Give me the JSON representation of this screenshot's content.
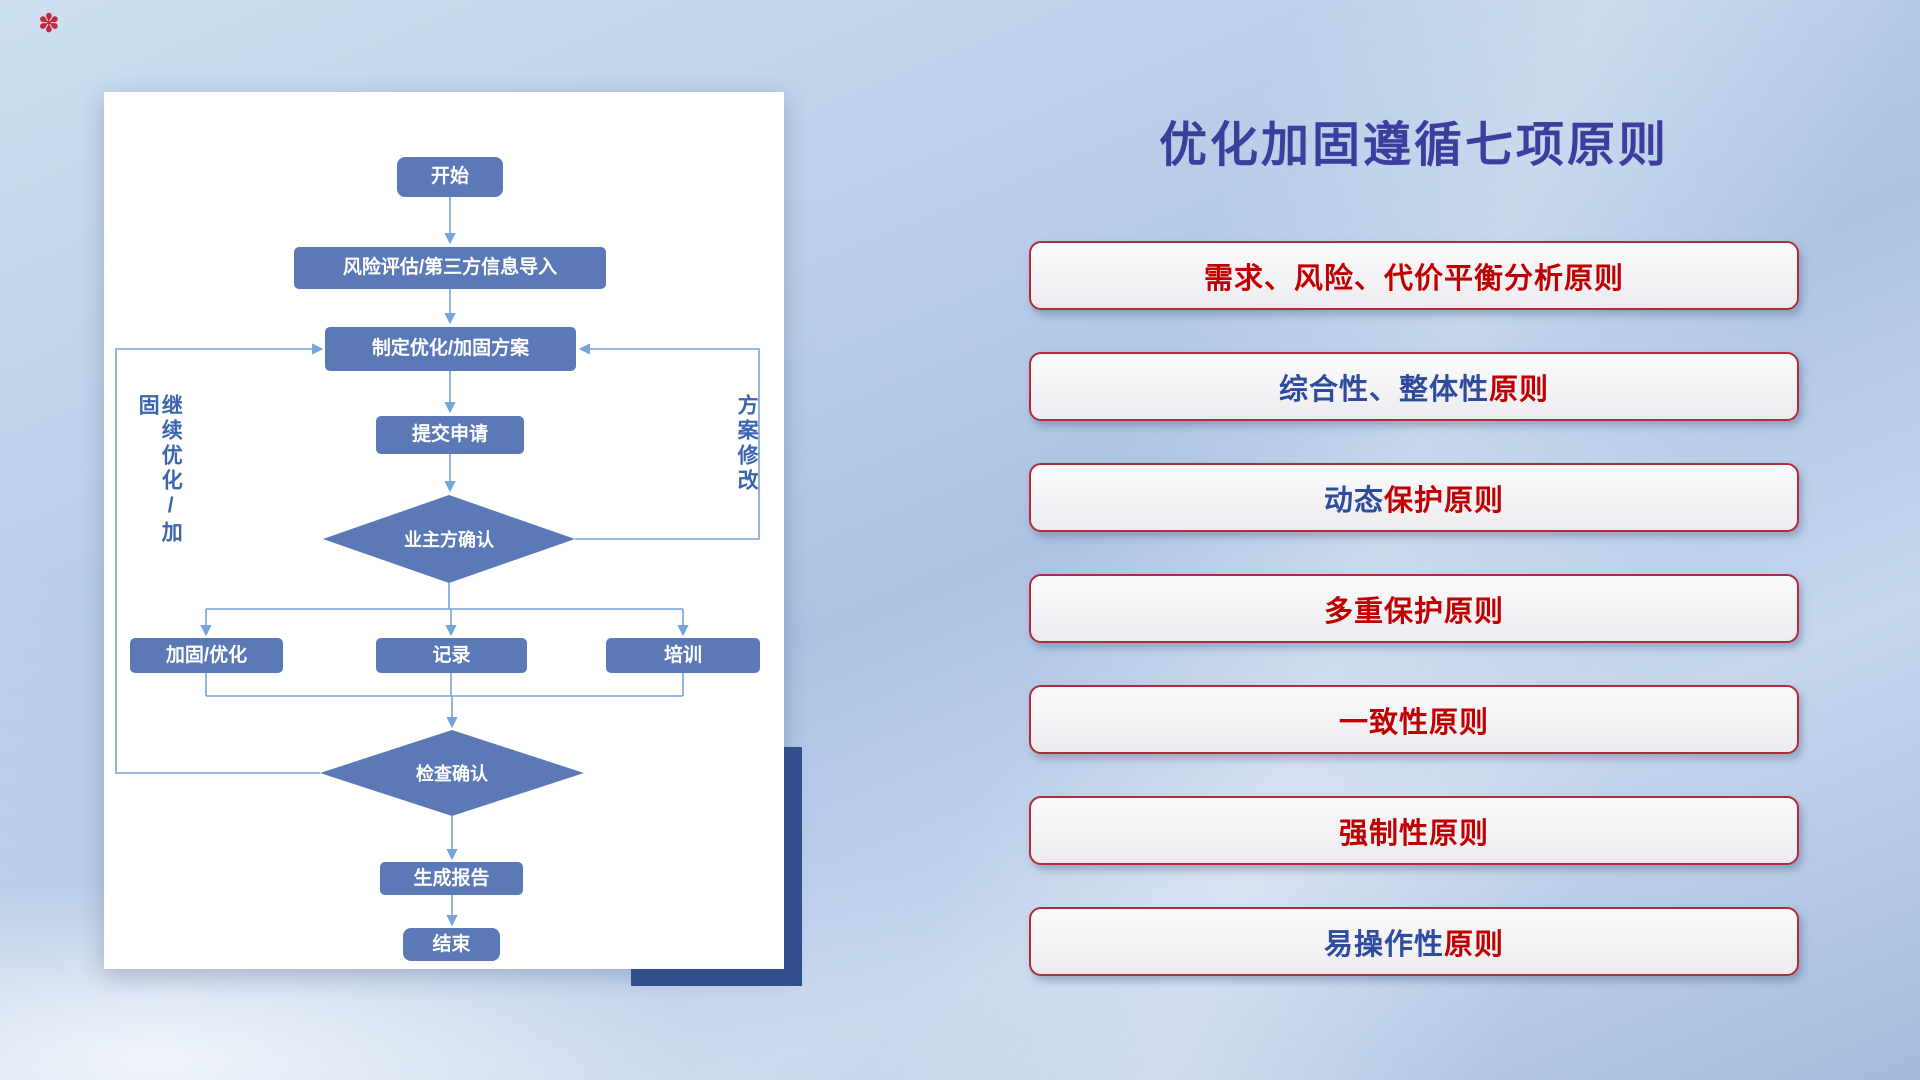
{
  "logo": {
    "glyph": "✽"
  },
  "title": "优化加固遵循七项原则",
  "principles": [
    {
      "segments": [
        {
          "text": "需求、风险、代价平衡分析原则",
          "color": "red"
        }
      ]
    },
    {
      "segments": [
        {
          "text": "综合性、整体性",
          "color": "blue"
        },
        {
          "text": "原则",
          "color": "red"
        }
      ]
    },
    {
      "segments": [
        {
          "text": "动态",
          "color": "blue"
        },
        {
          "text": "保护原则",
          "color": "red"
        }
      ]
    },
    {
      "segments": [
        {
          "text": "多重保护原则",
          "color": "red"
        }
      ]
    },
    {
      "segments": [
        {
          "text": "一致性原则",
          "color": "red"
        }
      ]
    },
    {
      "segments": [
        {
          "text": "强制性原则",
          "color": "red"
        }
      ]
    },
    {
      "segments": [
        {
          "text": "易操作性",
          "color": "blue"
        },
        {
          "text": "原则",
          "color": "red"
        }
      ]
    }
  ],
  "flowchart": {
    "nodes": {
      "start": "开始",
      "risk_import": "风险评估/第三方信息导入",
      "make_plan": "制定优化/加固方案",
      "submit": "提交申请",
      "owner_confirm": "业主方确认",
      "reinforce": "加固/优化",
      "record": "记录",
      "training": "培训",
      "check_confirm": "检查确认",
      "report": "生成报告",
      "end": "结束"
    },
    "labels": {
      "left_loop": "继续优化/加固",
      "right_loop": "方案修改"
    }
  },
  "colors": {
    "principle_red": "#C00000",
    "principle_blue": "#2F4B9B",
    "title_blue": "#3A3F9E",
    "node_fill": "#5B79B7",
    "connector": "#74A4D9",
    "box_border": "#B02C3A",
    "shadow_block": "#31508E"
  }
}
